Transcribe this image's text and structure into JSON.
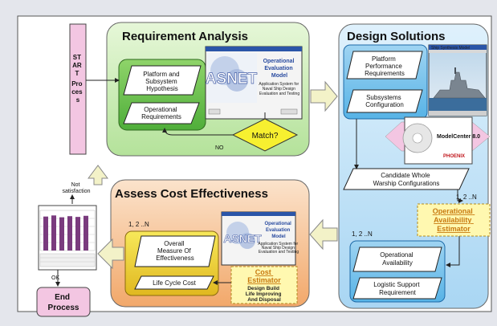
{
  "requirement_analysis": {
    "title": "Requirement Analysis",
    "platform_hypothesis": [
      "Platform and",
      "Subsystem",
      "Hypothesis"
    ],
    "operational_requirements": [
      "Operational",
      "Requirements"
    ],
    "match": "Match?",
    "no_label": "NO"
  },
  "start_process": {
    "lines": [
      "ST",
      "AR",
      "T",
      "Pro",
      "ces",
      "s"
    ]
  },
  "asnet_top": {
    "logo": "ASNET",
    "title": [
      "Operational",
      "Evaluation",
      "Model"
    ],
    "subtitle": [
      "Application System for",
      "Naval Ship Design",
      "Evaluation and Testing"
    ]
  },
  "design_solutions": {
    "title": "Design Solutions",
    "platform_performance": [
      "Platform",
      "Performance",
      "Requirements"
    ],
    "subsystems_configuration": [
      "Subsystems",
      "Configuration"
    ],
    "ship_window_title": "Ship Synthesis Model",
    "modelcenter": "ModelCenter 8.0",
    "phoenix": "PHOENIX",
    "candidate": [
      "Candidate Whole",
      "Warship Configurations"
    ],
    "count_right": "1, 2 ..N",
    "operational_availability": [
      "Operational",
      "Availability"
    ],
    "logistic_support": [
      "Logistic Support",
      "Requirement"
    ],
    "count_bottom": "1, 2 ..N"
  },
  "oa_estimator": {
    "lines": [
      "Operational",
      "Availability",
      "Estimator"
    ]
  },
  "assess_cost": {
    "title": "Assess Cost Effectiveness",
    "count": "1, 2 ..N",
    "overall_measure": [
      "Overall",
      "Measure Of",
      "Effectiveness"
    ],
    "life_cycle_cost": "Life Cycle Cost",
    "cost_estimator": [
      "Cost",
      "Estimator"
    ],
    "cost_estimator_sub": [
      "Design Build",
      "Life Improving",
      "And Disposal"
    ]
  },
  "asnet_bottom": {
    "logo": "ASNET",
    "title": [
      "Operational",
      "Evaluation",
      "Model"
    ],
    "subtitle": [
      "Application System for",
      "Naval Ship Design",
      "Evaluation and Testing"
    ]
  },
  "feedback": {
    "not_satisfaction": [
      "Not",
      "satisfaction"
    ],
    "ok": "OK"
  },
  "end_process": {
    "lines": [
      "End",
      "Process"
    ]
  },
  "bar_chart": {
    "values": [
      0.92,
      0.95,
      0.9,
      0.93,
      0.91,
      0.94
    ]
  },
  "colors": {
    "green_panel": "#c8ecb4",
    "orange_panel": "#f6c79a",
    "blue_panel": "#c4e4f8",
    "pink": "#f3c6e2",
    "yellow": "#f7f030",
    "arrow_fill": "#f3f2c8"
  }
}
